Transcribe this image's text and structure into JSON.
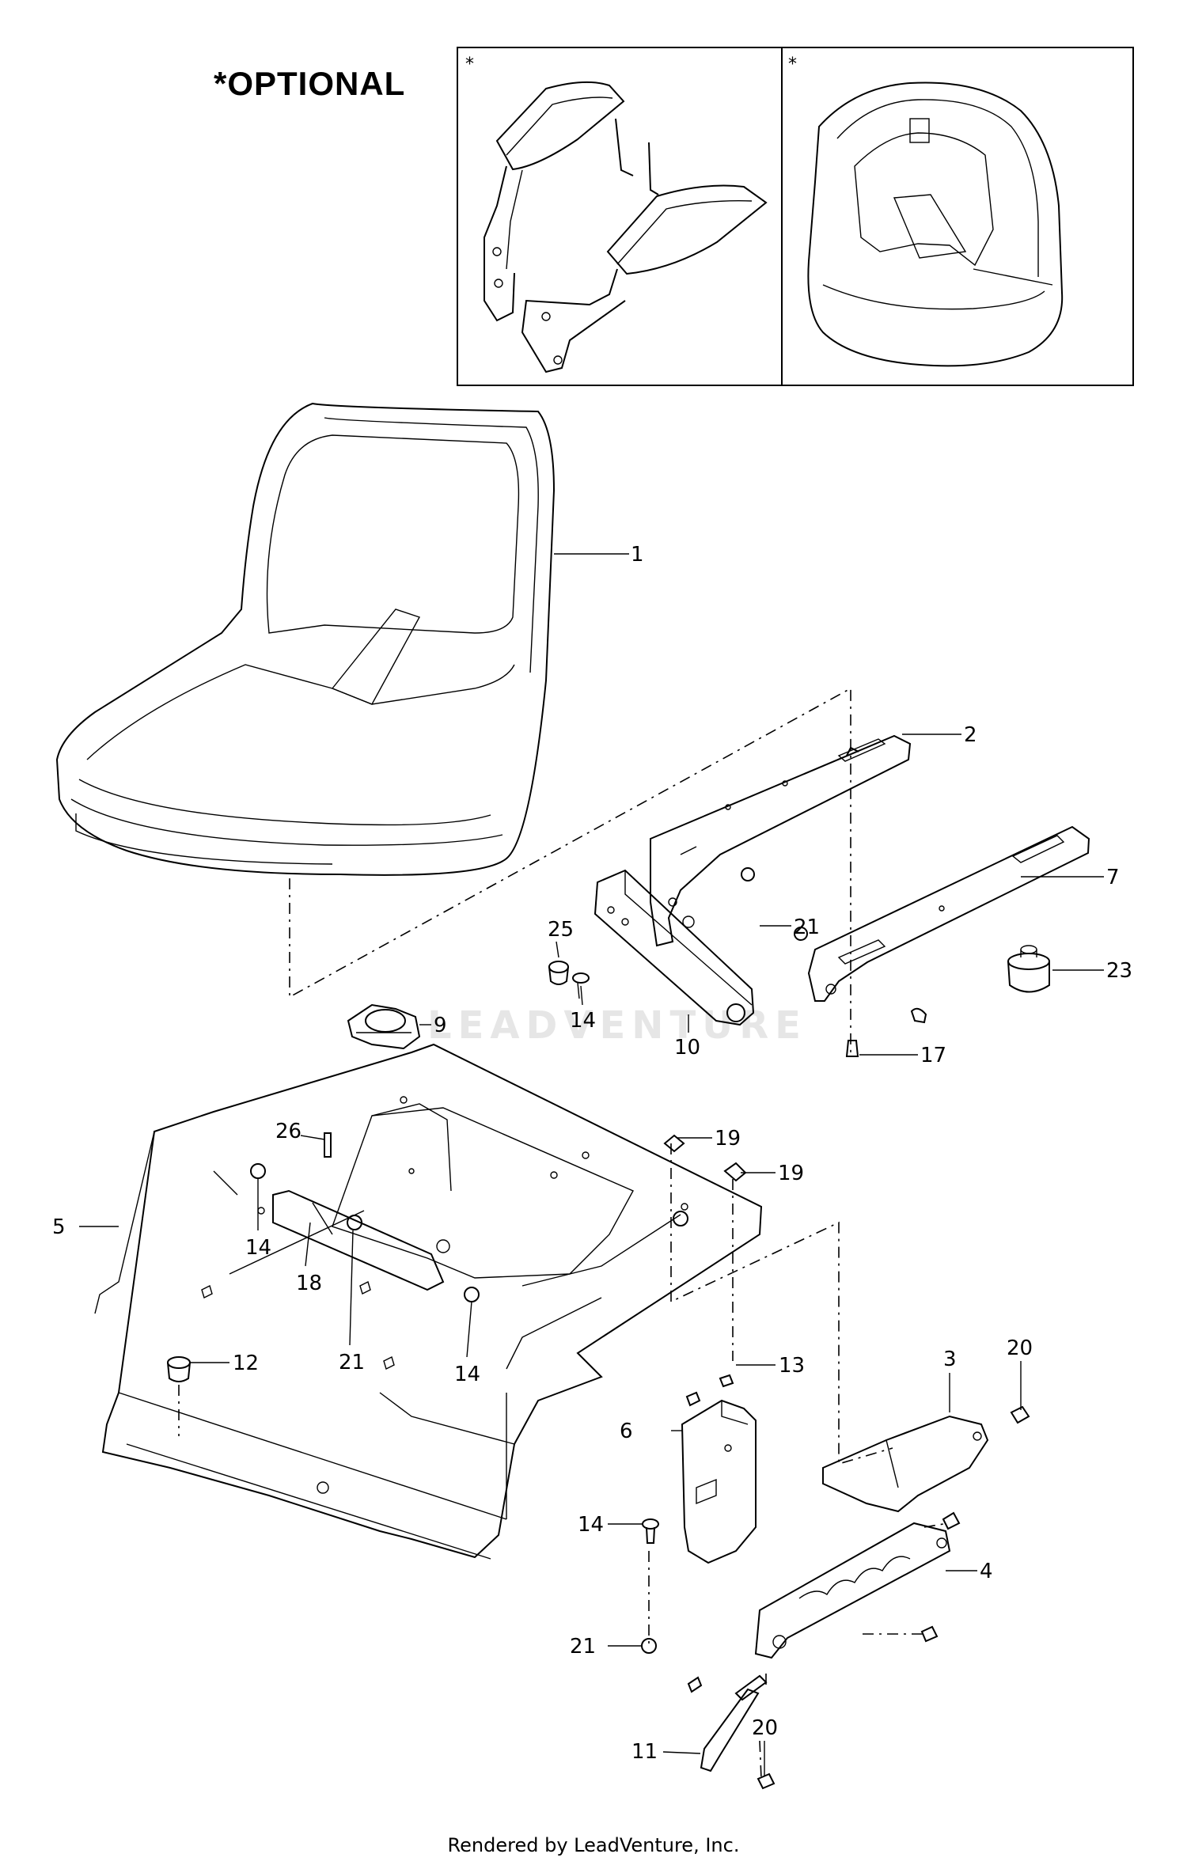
{
  "optional_label": "*OPTIONAL",
  "asterisk_mark": "*",
  "watermark": "LEADVENTURE",
  "footer": "Rendered by LeadVenture, Inc.",
  "callouts": [
    {
      "id": "c1",
      "label": "1"
    },
    {
      "id": "c2",
      "label": "2"
    },
    {
      "id": "c7",
      "label": "7"
    },
    {
      "id": "c21a",
      "label": "21"
    },
    {
      "id": "c25",
      "label": "25"
    },
    {
      "id": "c23",
      "label": "23"
    },
    {
      "id": "c14a",
      "label": "14"
    },
    {
      "id": "c9",
      "label": "9"
    },
    {
      "id": "c10",
      "label": "10"
    },
    {
      "id": "c17",
      "label": "17"
    },
    {
      "id": "c26",
      "label": "26"
    },
    {
      "id": "c19a",
      "label": "19"
    },
    {
      "id": "c19b",
      "label": "19"
    },
    {
      "id": "c5",
      "label": "5"
    },
    {
      "id": "c14b",
      "label": "14"
    },
    {
      "id": "c18",
      "label": "18"
    },
    {
      "id": "c12",
      "label": "12"
    },
    {
      "id": "c21b",
      "label": "21"
    },
    {
      "id": "c14c",
      "label": "14"
    },
    {
      "id": "c13",
      "label": "13"
    },
    {
      "id": "c20a",
      "label": "20"
    },
    {
      "id": "c3",
      "label": "3"
    },
    {
      "id": "c6",
      "label": "6"
    },
    {
      "id": "c14d",
      "label": "14"
    },
    {
      "id": "c4",
      "label": "4"
    },
    {
      "id": "c21c",
      "label": "21"
    },
    {
      "id": "c11",
      "label": "11"
    },
    {
      "id": "c20b",
      "label": "20"
    }
  ]
}
